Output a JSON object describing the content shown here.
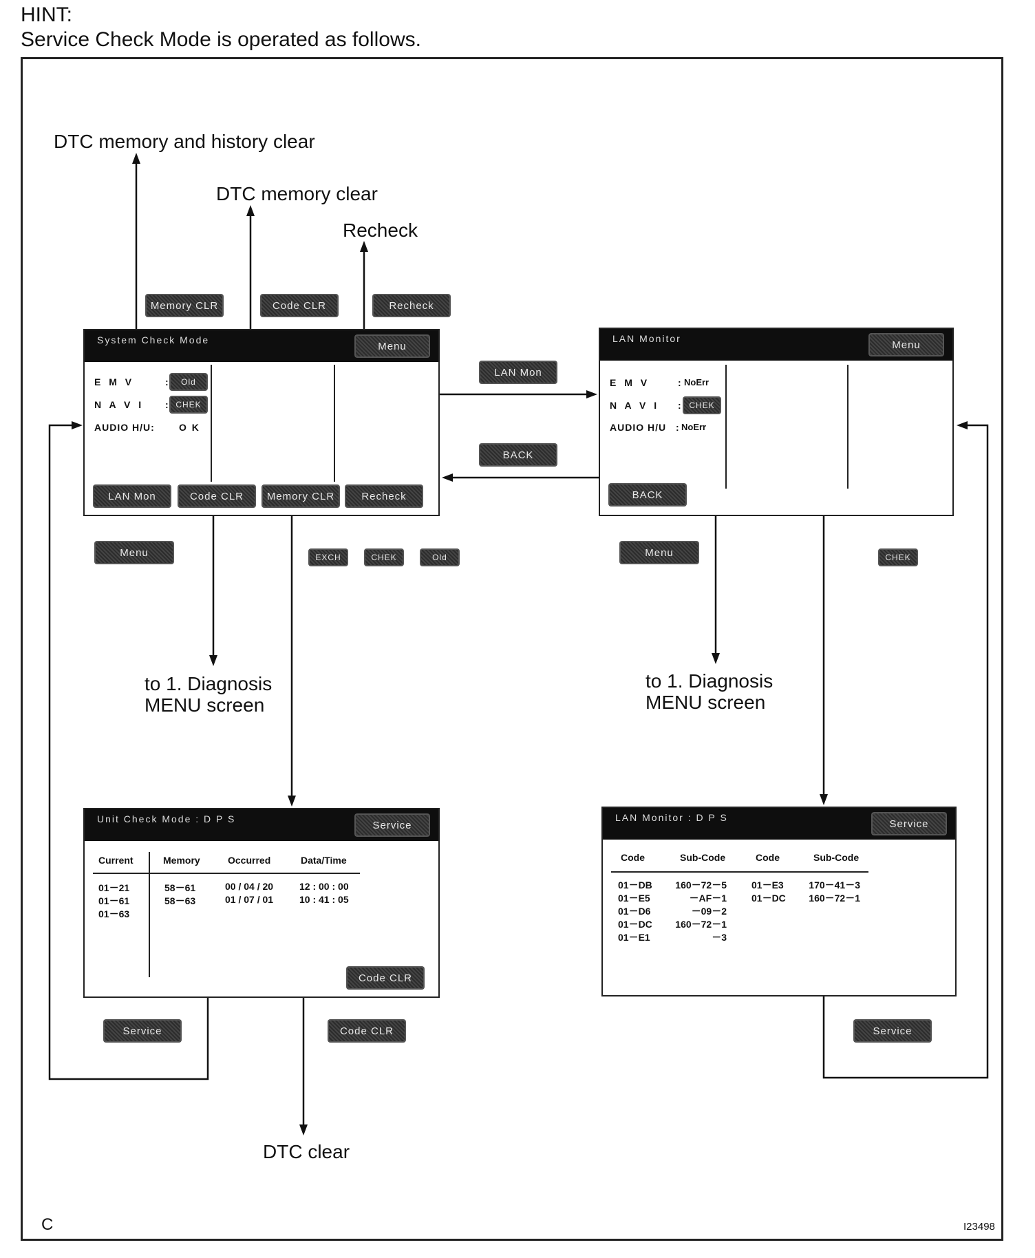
{
  "hint": {
    "title": "HINT:",
    "text": "Service Check Mode is operated as follows."
  },
  "labels": {
    "mem_history_clear": "DTC memory and history clear",
    "mem_clear": "DTC memory clear",
    "recheck": "Recheck",
    "diag_left_1": "to 1. Diagnosis",
    "diag_left_2": "MENU screen",
    "diag_right_1": "to 1. Diagnosis",
    "diag_right_2": "MENU screen",
    "dtc_clear": "DTC clear",
    "corner_c": "C",
    "figure_id": "I23498"
  },
  "floating_buttons": {
    "memory_clr": "Memory CLR",
    "code_clr_top": "Code CLR",
    "recheck": "Recheck",
    "lan_mon": "LAN Mon",
    "back": "BACK",
    "menu_left": "Menu",
    "exch": "EXCH",
    "chek_mid": "CHEK",
    "old": "Old",
    "menu_right": "Menu",
    "chek_right": "CHEK",
    "service_left": "Service",
    "code_clr_bottom": "Code CLR",
    "service_right": "Service"
  },
  "system_check": {
    "title": "System Check Mode",
    "menu": "Menu",
    "rows": [
      {
        "label": "E M V",
        "sep": ":",
        "value": "Old",
        "kind": "button"
      },
      {
        "label": "N A V I",
        "sep": ":",
        "value": "CHEK",
        "kind": "button"
      },
      {
        "label": "AUDIO H/U:",
        "sep": "",
        "value": "O K",
        "kind": "text"
      }
    ],
    "buttons": [
      "LAN Mon",
      "Code CLR",
      "Memory CLR",
      "Recheck"
    ]
  },
  "lan_monitor": {
    "title": "LAN Monitor",
    "menu": "Menu",
    "rows": [
      {
        "label": "E M V",
        "sep": ":",
        "value": "NoErr",
        "kind": "text"
      },
      {
        "label": "N A V I",
        "sep": ":",
        "value": "CHEK",
        "kind": "button"
      },
      {
        "label": "AUDIO H/U",
        "sep": ":",
        "value": "NoErr",
        "kind": "text"
      }
    ],
    "back": "BACK"
  },
  "unit_check": {
    "title": "Unit Check Mode : D P S",
    "service": "Service",
    "headers": [
      "Current",
      "Memory",
      "Occurred",
      "Data/Time"
    ],
    "current": [
      "01－21",
      "01－61",
      "01－63"
    ],
    "memory_rows": [
      [
        "58－61",
        "00 / 04 / 20",
        "12 : 00 : 00"
      ],
      [
        "58－63",
        "01 / 07 / 01",
        "10 : 41 : 05"
      ]
    ],
    "code_clr": "Code CLR"
  },
  "lan_dps": {
    "title": "LAN Monitor : D P S",
    "service": "Service",
    "headers": [
      "Code",
      "Sub-Code",
      "Code",
      "Sub-Code"
    ],
    "left_rows": [
      [
        "01－DB",
        "160－72－5"
      ],
      [
        "01－E5",
        "－AF－1"
      ],
      [
        "01－D6",
        "－09－2"
      ],
      [
        "01－DC",
        "160－72－1"
      ],
      [
        "01－E1",
        "－3"
      ]
    ],
    "right_rows": [
      [
        "01－E3",
        "170－41－3"
      ],
      [
        "01－DC",
        "160－72－1"
      ]
    ]
  }
}
